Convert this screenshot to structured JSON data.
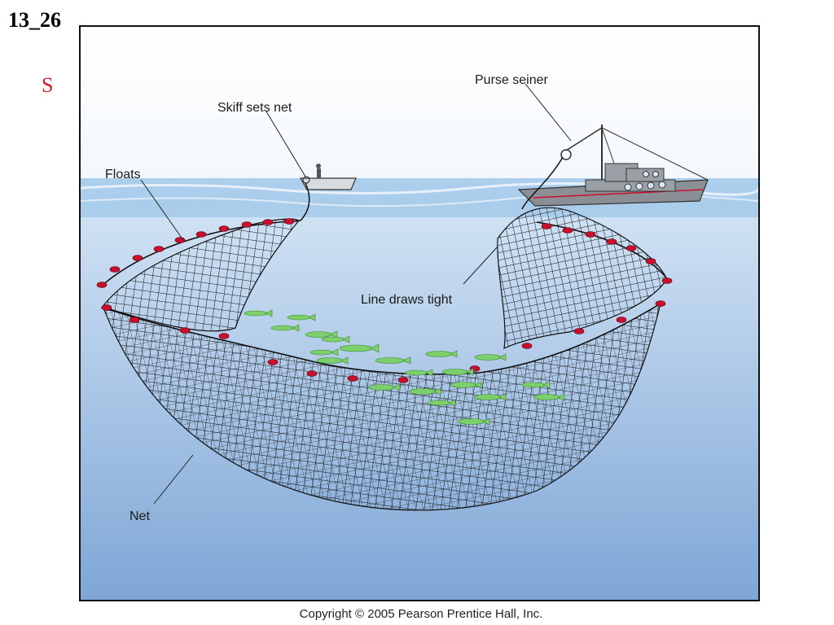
{
  "slide": {
    "number": "13_26",
    "letter": "S"
  },
  "diagram": {
    "labels": {
      "purse_seiner": "Purse seiner",
      "skiff": "Skiff sets net",
      "floats": "Floats",
      "line": "Line draws tight",
      "net": "Net"
    }
  },
  "footer": {
    "copyright": "Copyright © 2005 Pearson Prentice Hall, Inc."
  },
  "colors": {
    "water_top": "#cfe2f4",
    "water_bottom": "#7fa7d6",
    "float": "#c8102e",
    "fish": "#7ccf6a",
    "net": "#111111",
    "boat": "#8a8f96"
  }
}
